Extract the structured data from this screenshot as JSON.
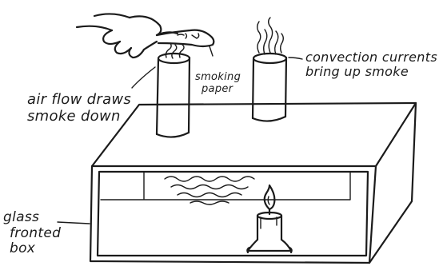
{
  "labels": {
    "smoking_paper": [
      "smoking",
      "paper"
    ],
    "convection": [
      "convection currents",
      "bring up smoke"
    ],
    "air_flow": [
      "air flow draws",
      "smoke down"
    ],
    "glass_box": [
      "glass",
      "fronted",
      "box"
    ]
  }
}
